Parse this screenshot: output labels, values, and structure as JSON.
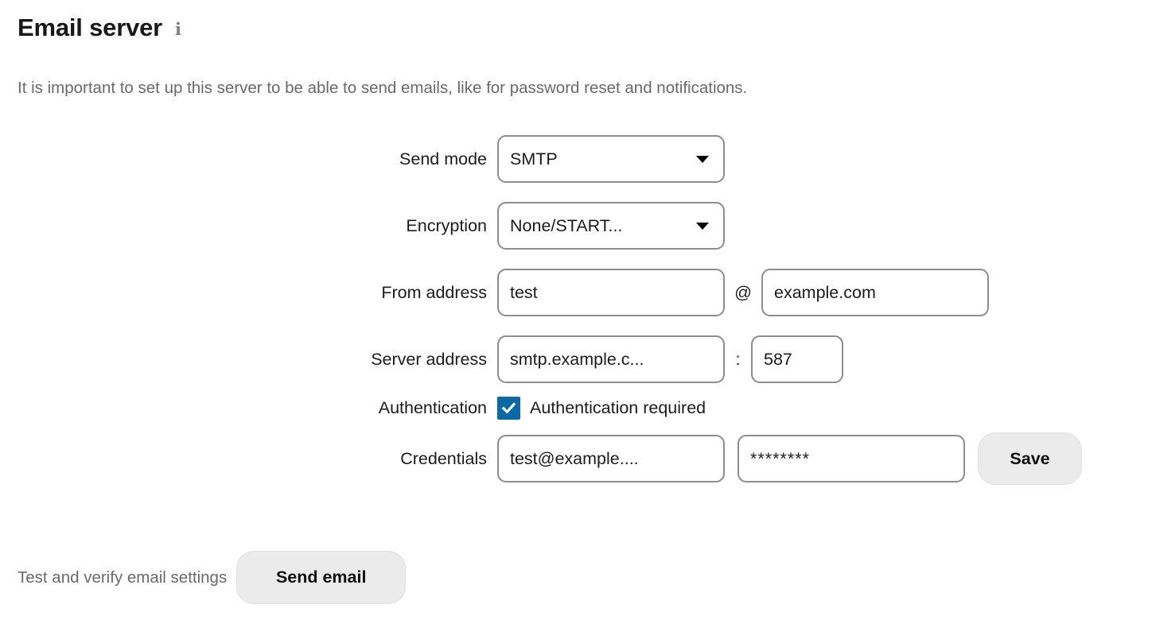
{
  "header": {
    "title": "Email server",
    "info_icon": "info-icon",
    "description": "It is important to set up this server to be able to send emails, like for password reset and notifications."
  },
  "form": {
    "send_mode": {
      "label": "Send mode",
      "value": "SMTP",
      "caret_icon": "chevron-down-icon"
    },
    "encryption": {
      "label": "Encryption",
      "value": "None/START...",
      "caret_icon": "chevron-down-icon"
    },
    "from_address": {
      "label": "From address",
      "user_value": "test",
      "separator": "@",
      "domain_value": "example.com"
    },
    "server_address": {
      "label": "Server address",
      "host_value": "smtp.example.c...",
      "separator": ":",
      "port_value": "587"
    },
    "authentication": {
      "label": "Authentication",
      "checkbox_label": "Authentication required",
      "checked": true
    },
    "credentials": {
      "label": "Credentials",
      "username_value": "test@example....",
      "password_value": "********",
      "save_label": "Save"
    }
  },
  "footer": {
    "test_label": "Test and verify email settings",
    "send_email_label": "Send email"
  },
  "colors": {
    "accent": "#0d69a5",
    "border": "#8d8d8d",
    "button_bg": "#ebebeb",
    "text": "#1c1c1c",
    "muted_text": "#6a6a6a"
  }
}
